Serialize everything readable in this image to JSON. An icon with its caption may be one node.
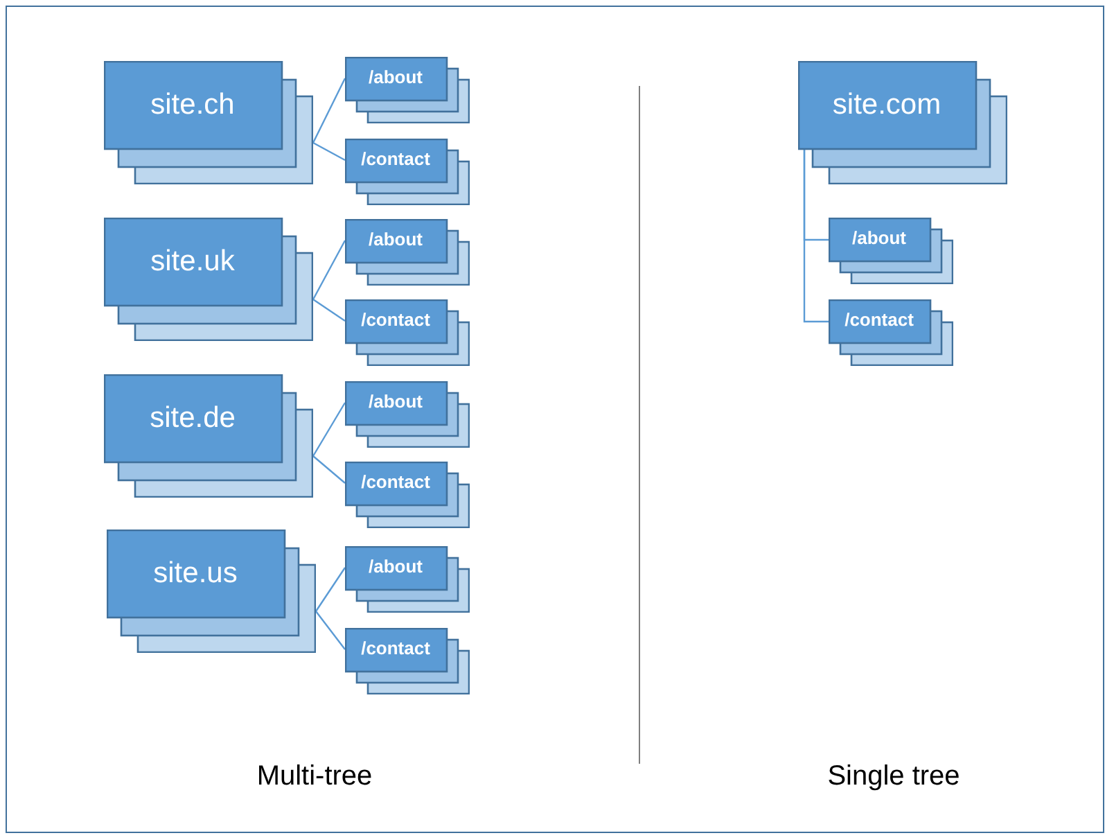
{
  "diagram": {
    "nodes": [
      {
        "text": [
          "site.ch"
        ]
      },
      {
        "text": [
          "/about"
        ]
      },
      {
        "text": [
          "/contact"
        ]
      },
      {
        "text": [
          "site.uk"
        ]
      },
      {
        "text": [
          "/about"
        ]
      },
      {
        "text": [
          "/contact"
        ]
      },
      {
        "text": [
          "site.de"
        ]
      },
      {
        "text": [
          "/about"
        ]
      },
      {
        "text": [
          "/contact"
        ]
      },
      {
        "text": [
          "site.us"
        ]
      },
      {
        "text": [
          "/about"
        ]
      },
      {
        "text": [
          "/contact"
        ]
      },
      {
        "text": [
          "site.com"
        ]
      },
      {
        "text": [
          "/about"
        ]
      },
      {
        "text": [
          "/contact"
        ]
      }
    ],
    "edges": [
      {
        "from": 0,
        "to": 1,
        "arrow": "none"
      },
      {
        "from": 0,
        "to": 2,
        "arrow": "none"
      },
      {
        "from": 3,
        "to": 4,
        "arrow": "none"
      },
      {
        "from": 3,
        "to": 5,
        "arrow": "none"
      },
      {
        "from": 6,
        "to": 7,
        "arrow": "none"
      },
      {
        "from": 6,
        "to": 8,
        "arrow": "none"
      },
      {
        "from": 9,
        "to": 10,
        "arrow": "none"
      },
      {
        "from": 9,
        "to": 11,
        "arrow": "none"
      },
      {
        "from": 12,
        "to": 13,
        "arrow": "none"
      },
      {
        "from": 12,
        "to": 14,
        "arrow": "none"
      }
    ],
    "labels": [
      "Multi-tree",
      "Single tree"
    ]
  }
}
